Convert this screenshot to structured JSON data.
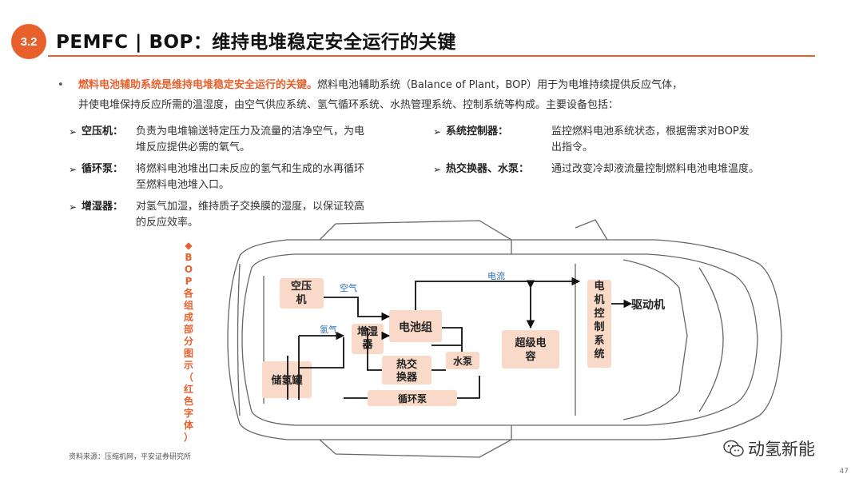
{
  "header": {
    "section_number": "3.2",
    "title": "PEMFC | BOP：维持电堆稳定安全运行的关键"
  },
  "intro": {
    "highlight": "燃料电池辅助系统是维持电堆稳定安全运行的关键。",
    "line1_rest": "燃料电池辅助系统（Balance of Plant，BOP）用于为电堆持续提供反应气体，",
    "line2": "并使电堆保持反应所需的温湿度，由空气供应系统、氢气循环系统、水热管理系统、控制系统等构成。主要设备包括："
  },
  "items": {
    "air_compressor": {
      "name": "空压机：",
      "desc_line1": "负责为电堆输送特定压力及流量的洁净空气，为电",
      "desc_line2": "堆反应提供必需的氧气。"
    },
    "circulation_pump": {
      "name": "循环泵：",
      "desc_line1": "将燃料电池堆出口未反应的氢气和生成的水再循环",
      "desc_line2": "至燃料电池堆入口。"
    },
    "humidifier": {
      "name": "增湿器：",
      "desc_line1": "对氢气加湿，维持质子交换膜的湿度，以保证较高",
      "desc_line2": "的反应效率。"
    },
    "system_controller": {
      "name": "系统控制器：",
      "desc_line1": "监控燃料电池系统状态，根据需求对BOP发",
      "desc_line2": "出指令。"
    },
    "heat_exchanger": {
      "name": "热交换器、水泵：",
      "desc_line1": "通过改变冷却液流量控制燃料电池电堆温度。"
    }
  },
  "side_label": "◆BOP各组成部分图示（红色字体）",
  "diagram": {
    "air_compressor": "空压机",
    "air_label": "空气",
    "hydrogen_label": "氢气",
    "humidifier": "增湿器",
    "stack": "电池组",
    "current_label": "电流",
    "motor_controller": "电机控制系统",
    "drive_motor": "驱动机",
    "supercapacitor": "超级电容",
    "water_pump": "水泵",
    "heat_exchanger": "热交换器",
    "hydrogen_tank": "储氢罐",
    "circulation_pump": "循环泵"
  },
  "colors": {
    "accent": "#e8602c",
    "box_fill": "#f9d9c7",
    "blue_label": "#2a6fb8"
  },
  "footer": {
    "source": "资料来源：压缩机网，平安证券研究所",
    "brand": "动氢新能",
    "page_number": "47"
  }
}
